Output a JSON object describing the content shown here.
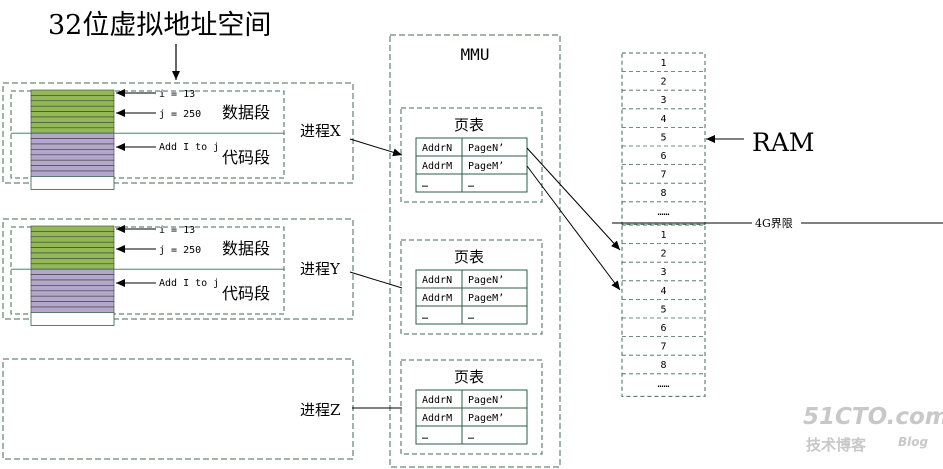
{
  "title": "32位虚拟地址空间",
  "mmu_label": "MMU",
  "ram_label": "RAM",
  "boundary_label": "4G界限",
  "processes": [
    {
      "label": "进程X",
      "has_segments": true,
      "data_segment_label": "数据段",
      "code_segment_label": "代码段",
      "annotations": [
        "i = 13",
        "j = 250",
        "Add I to j"
      ]
    },
    {
      "label": "进程Y",
      "has_segments": true,
      "data_segment_label": "数据段",
      "code_segment_label": "代码段",
      "annotations": [
        "i = 13",
        "j = 250",
        "Add I to j"
      ]
    },
    {
      "label": "进程Z",
      "has_segments": false
    }
  ],
  "page_tables": [
    {
      "title": "页表",
      "rows": [
        [
          "AddrN",
          "PageN’"
        ],
        [
          "AddrM",
          "PageM’"
        ],
        [
          "…",
          "…"
        ]
      ]
    },
    {
      "title": "页表",
      "rows": [
        [
          "AddrN",
          "PageN’"
        ],
        [
          "AddrM",
          "PageM’"
        ],
        [
          "…",
          "…"
        ]
      ]
    },
    {
      "title": "页表",
      "rows": [
        [
          "AddrN",
          "PageN’"
        ],
        [
          "AddrM",
          "PageM’"
        ],
        [
          "…",
          "…"
        ]
      ]
    }
  ],
  "ram_upper_pages": [
    "1",
    "2",
    "3",
    "4",
    "5",
    "6",
    "7",
    "8",
    "……"
  ],
  "ram_lower_pages": [
    "1",
    "2",
    "3",
    "4",
    "5",
    "6",
    "7",
    "8",
    "……"
  ],
  "watermark": {
    "site": "51CTO.com",
    "subtitle": "技术博客",
    "blog": "Blog"
  },
  "colors": {
    "dashed_border": "#3f6b55",
    "data_segment": "#92b955",
    "code_segment": "#b3a8cc",
    "cell_border": "#2e5e46",
    "watermark": "#c8c8c8"
  }
}
